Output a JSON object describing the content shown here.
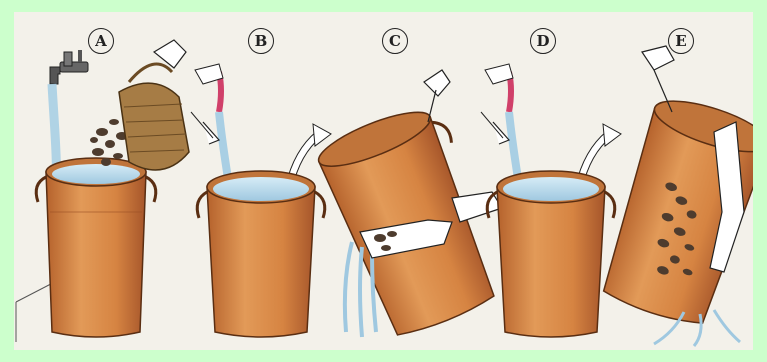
{
  "steps": [
    {
      "id": "A",
      "label": "A"
    },
    {
      "id": "B",
      "label": "B"
    },
    {
      "id": "C",
      "label": "C"
    },
    {
      "id": "D",
      "label": "D"
    },
    {
      "id": "E",
      "label": "E"
    }
  ],
  "colors": {
    "background": "#ccffcc",
    "paper": "#f3f1ea",
    "pot": "#d98a48",
    "pot_dark": "#a8592a",
    "water": "#b8d8ea",
    "ink": "#2a2a2a",
    "tap_red": "#d0406a",
    "shells": "#5a4636"
  }
}
